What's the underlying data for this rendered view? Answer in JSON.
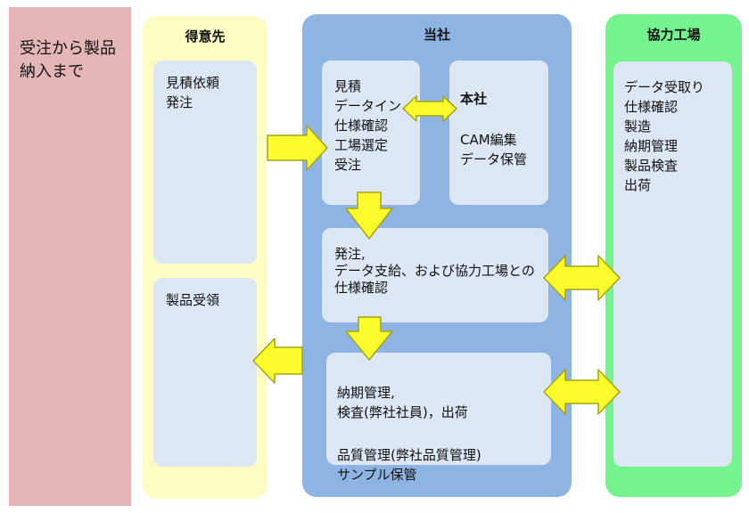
{
  "side_label": "受注から製品\n納入まで",
  "columns": {
    "client": {
      "title": "得意先",
      "box1": "見積依頼\n発注",
      "box2": "製品受領"
    },
    "company": {
      "title": "当社",
      "box_estimate": "見積\nデータイン\n仕様確認\n工場選定\n受注",
      "box_hq_title": "本社",
      "box_hq_body": "CAM編集\nデータ保管",
      "box_order": "発注,\nデータ支給、および協力工場との\n    仕様確認",
      "box_delivery_1": "納期管理,\n検査(弊社社員)，出荷",
      "box_delivery_2": "品質管理(弊社品質管理)\nサンプル保管"
    },
    "factory": {
      "title": "協力工場",
      "box": "データ受取り\n仕様確認\n製造\n納期管理\n製品検査\n出荷"
    }
  },
  "colors": {
    "side": "#e4b6b7",
    "client": "#fdfcc2",
    "company": "#8eb4e3",
    "factory": "#74f38f",
    "box": "#dde7f3",
    "arrow_fill": "#fcfc2c",
    "arrow_stroke": "#a3a31a"
  }
}
